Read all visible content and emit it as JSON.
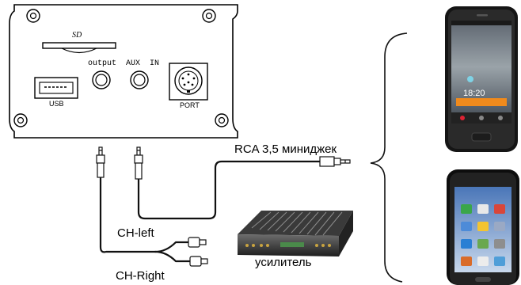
{
  "panel": {
    "sd_label": "SD",
    "usb_label": "USB",
    "output_label": "output",
    "aux_label": "AUX  IN",
    "port_label": "PORT"
  },
  "cable": {
    "rca_label": "RCA 3,5 миниджек",
    "ch_left_label": "CH-left",
    "ch_right_label": "CH-Right"
  },
  "amplifier": {
    "label": "усилитель"
  },
  "phone1": {
    "clock": "18:20"
  }
}
